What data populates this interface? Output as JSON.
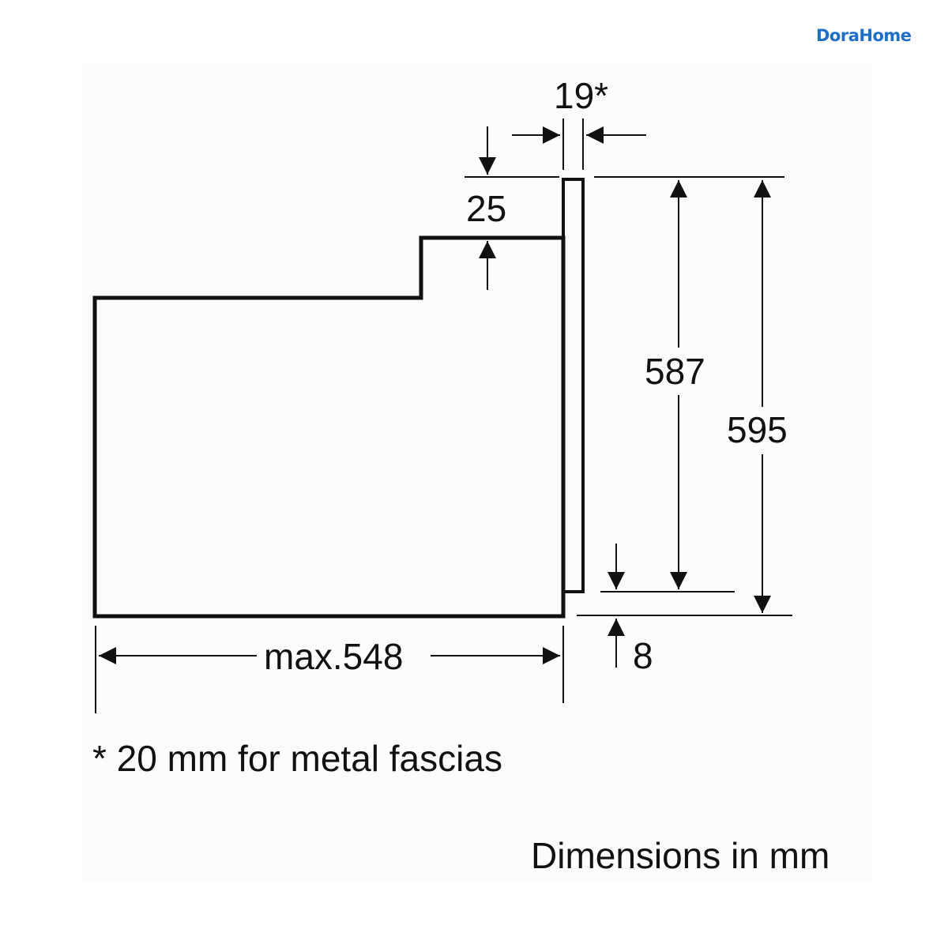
{
  "brand": {
    "logo_text": "DoraHome",
    "logo_color": "#1f6fc7"
  },
  "dimensions": {
    "panel_thickness": "19*",
    "top_step": "25",
    "inner_height": "587",
    "overall_height": "595",
    "max_depth": "max.548",
    "bottom_offset": "8"
  },
  "notes": {
    "footnote": "* 20 mm for metal fascias",
    "units": "Dimensions in mm"
  },
  "colors": {
    "line": "#111111",
    "background": "#fcfcfc"
  }
}
